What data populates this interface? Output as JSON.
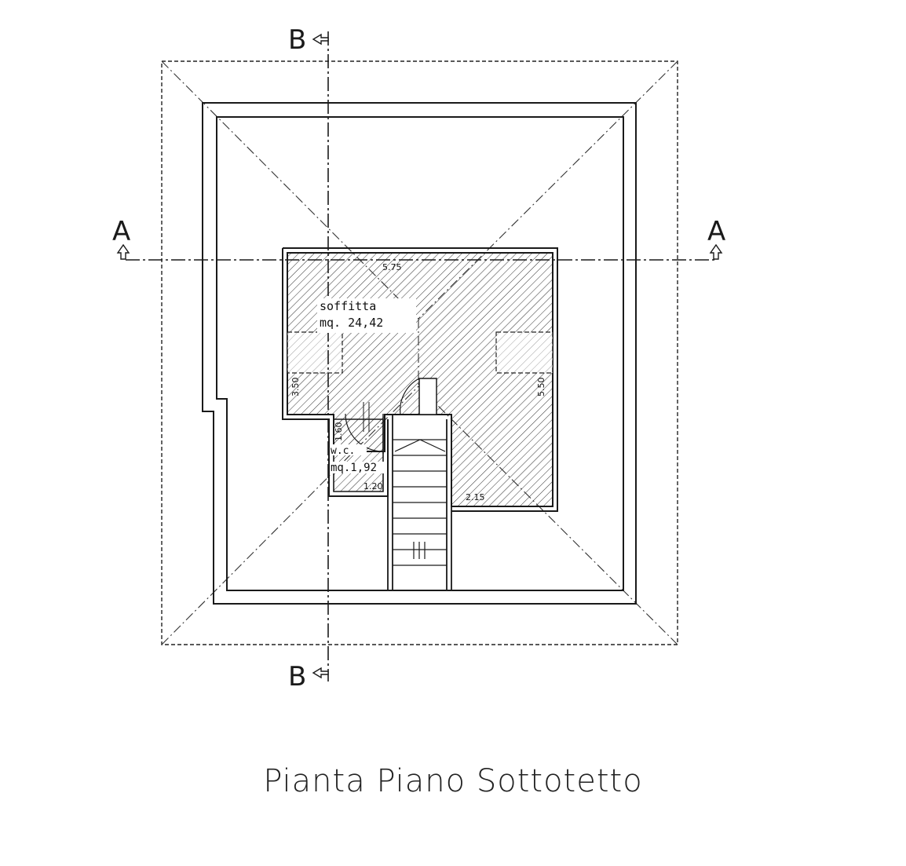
{
  "title": "Pianta Piano Sottotetto",
  "sections": {
    "a_left": "A",
    "a_right": "A",
    "b_top": "B",
    "b_bottom": "B"
  },
  "rooms": {
    "soffitta_name": "soffitta",
    "soffitta_area": "mq. 24,42",
    "wc_name": "w.c.",
    "wc_area": "mq.1,92"
  },
  "dimensions": {
    "top_width": "5.75",
    "left_height": "3.50",
    "right_height": "5.50",
    "wc_height": "1.60",
    "wc_width": "1.20",
    "bottom_right": "2.15"
  }
}
